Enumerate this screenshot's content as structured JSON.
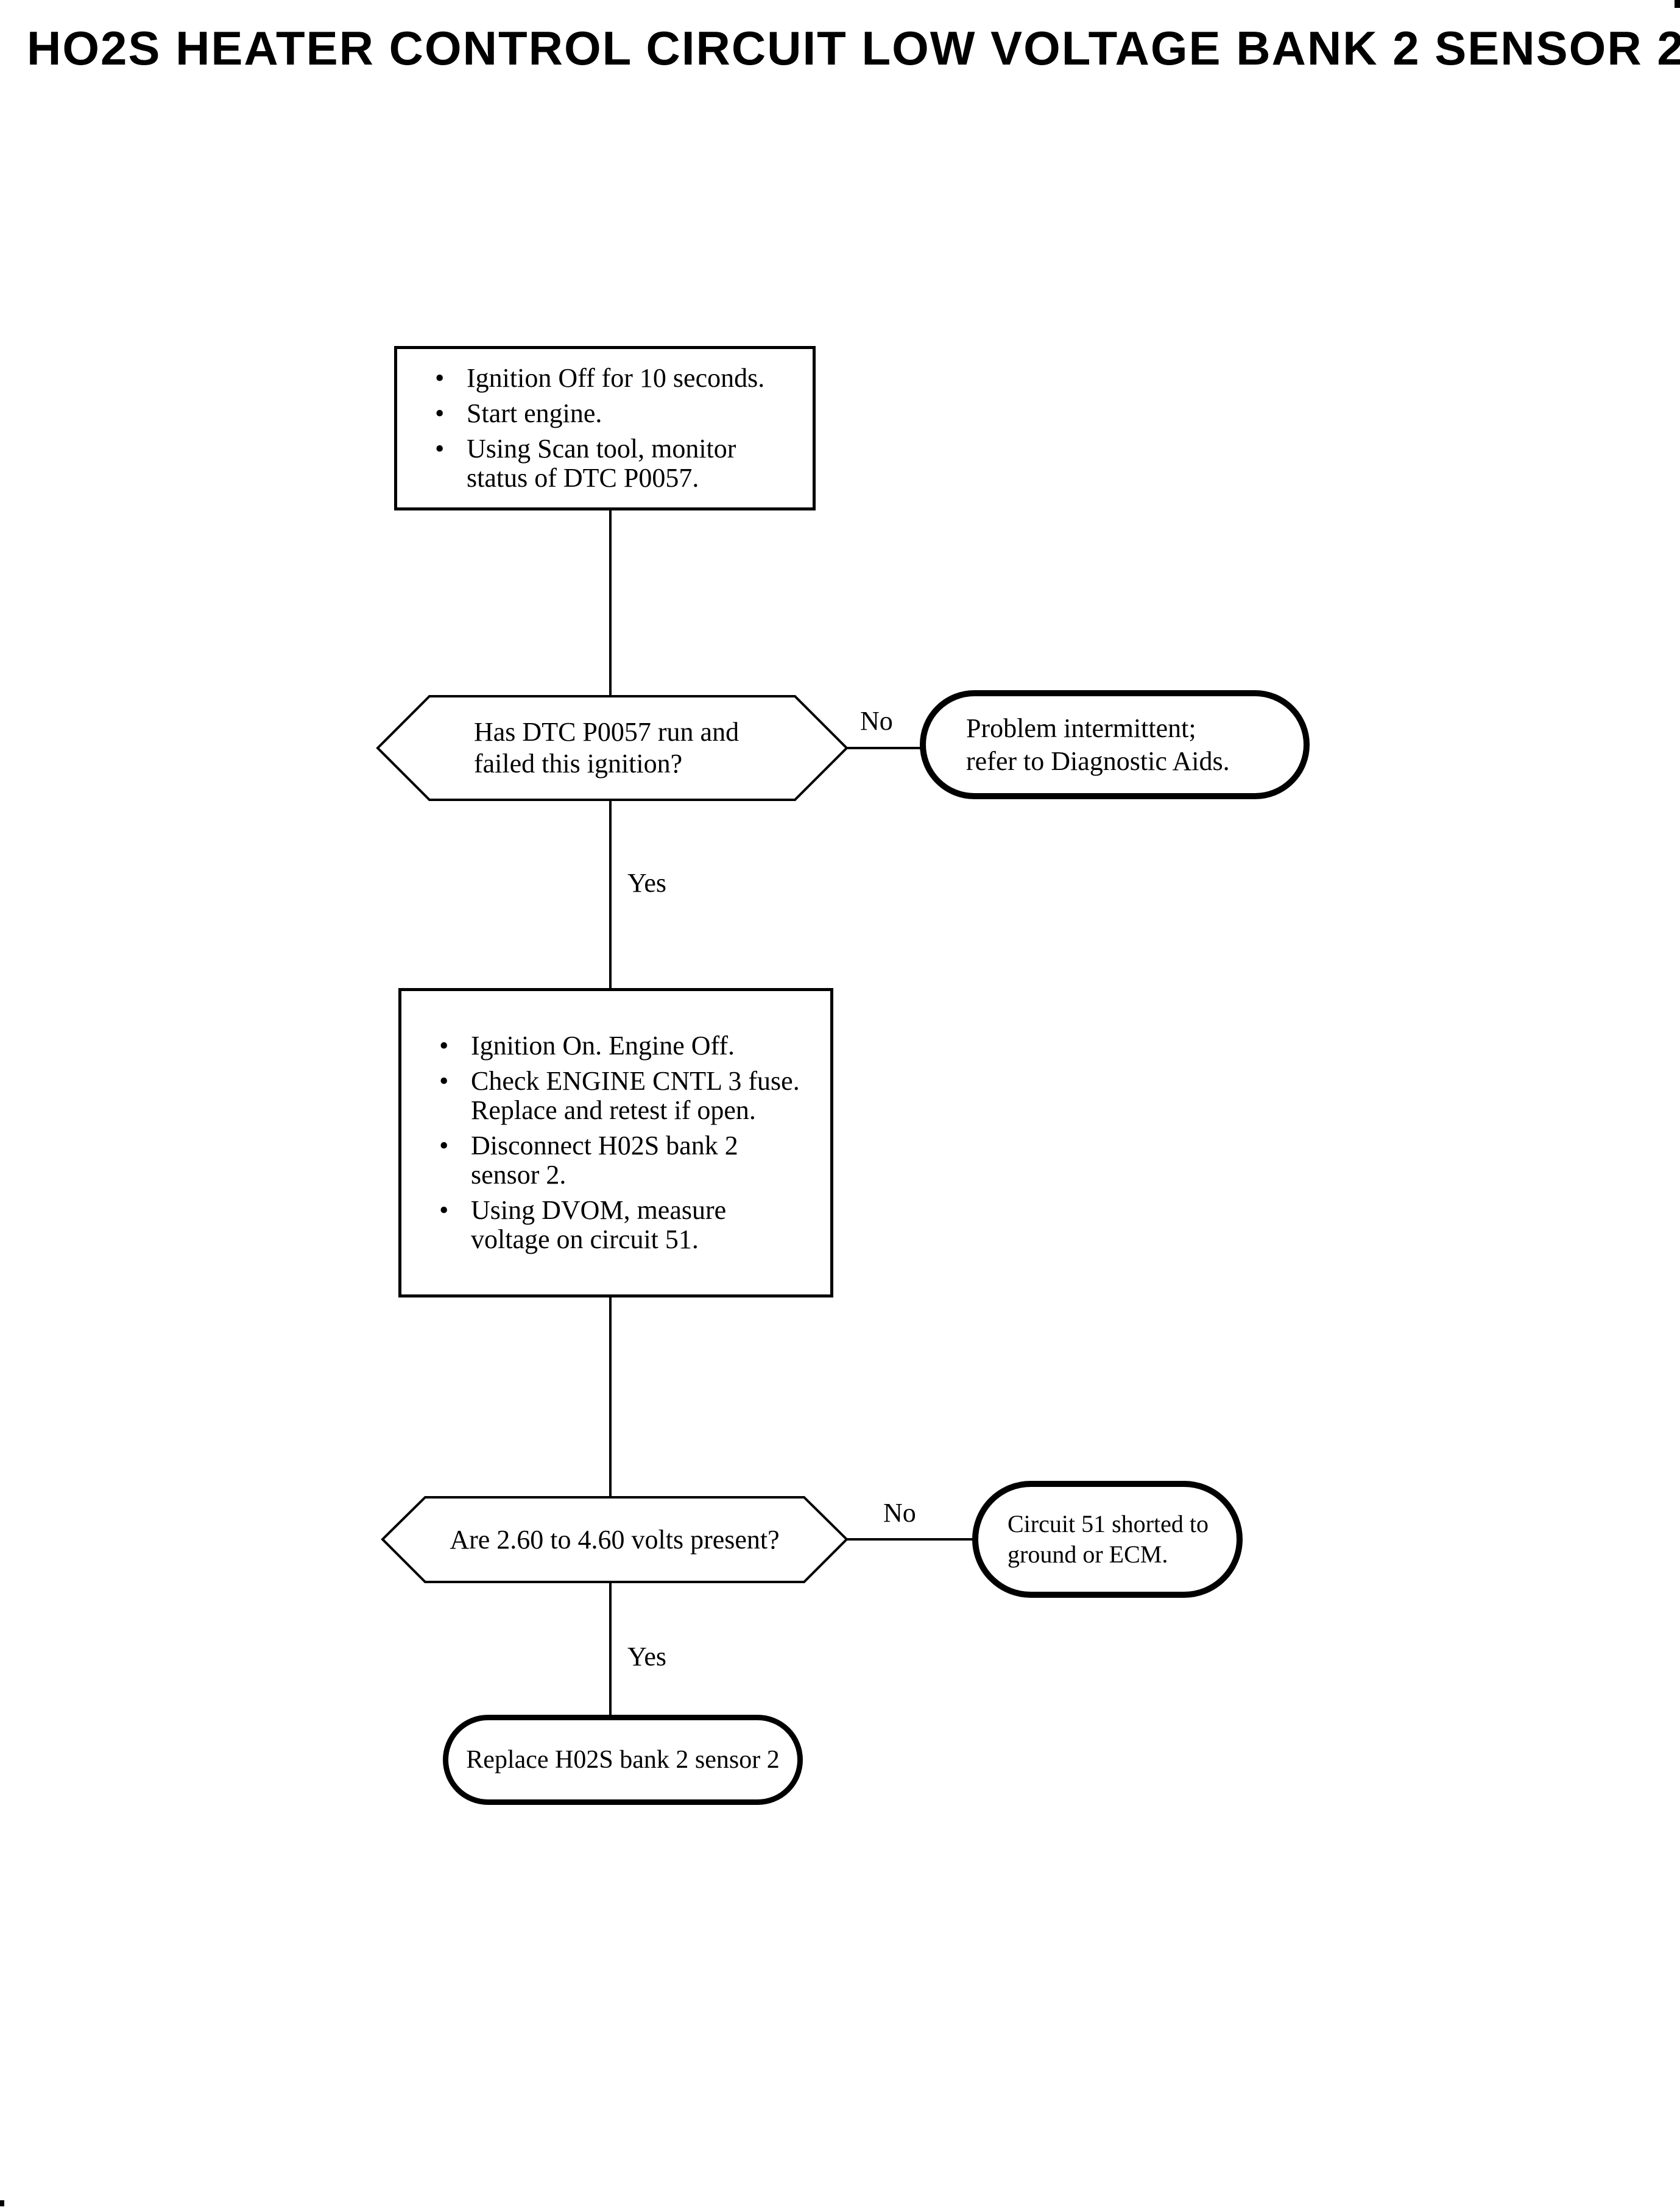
{
  "title": "HO2S HEATER CONTROL CIRCUIT LOW VOLTAGE BANK 2 SENSOR 2",
  "colors": {
    "ink": "#000000",
    "paper": "#ffffff"
  },
  "flowchart": {
    "step1": {
      "items": [
        "Ignition Off for 10 seconds.",
        "Start engine.",
        "Using Scan tool, monitor\nstatus of DTC P0057."
      ]
    },
    "decision1": {
      "question": "Has DTC P0057 run and\nfailed this ignition?",
      "no_label": "No",
      "yes_label": "Yes"
    },
    "terminal1": {
      "text": "Problem intermittent;\nrefer to Diagnostic Aids."
    },
    "step2": {
      "items": [
        "Ignition On. Engine Off.",
        "Check ENGINE CNTL 3 fuse.\nReplace and retest if open.",
        "Disconnect H02S bank 2\nsensor 2.",
        "Using DVOM, measure\nvoltage on circuit 51."
      ]
    },
    "decision2": {
      "question": "Are 2.60 to 4.60 volts present?",
      "no_label": "No",
      "yes_label": "Yes"
    },
    "terminal2": {
      "text": "Circuit 51 shorted to\nground or ECM."
    },
    "terminal3": {
      "text": "Replace H02S bank 2 sensor 2"
    }
  }
}
